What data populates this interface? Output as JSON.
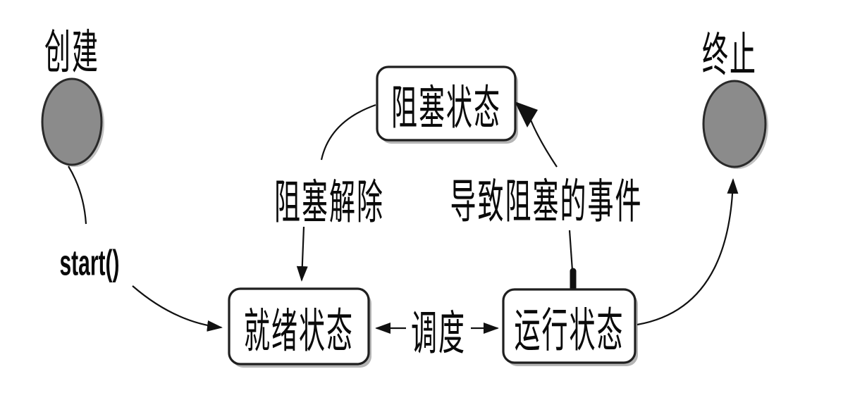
{
  "diagram": {
    "description": "Thread state transition diagram (Chinese)",
    "colors": {
      "background": "#ffffff",
      "node_fill": "#8b8b8b",
      "node_stroke": "#2a2a2a",
      "box_fill": "#ffffff",
      "box_stroke": "#1f1f1f",
      "edge_stroke": "#111111",
      "shadow": "#b5b5b5",
      "text": "#0a0a0a"
    },
    "nodes": {
      "create": {
        "label": "创建",
        "type": "start-circle"
      },
      "terminate": {
        "label": "终止",
        "type": "end-circle"
      },
      "blocked": {
        "label": "阻塞状态",
        "type": "state-box"
      },
      "ready": {
        "label": "就绪状态",
        "type": "state-box"
      },
      "running": {
        "label": "运行状态",
        "type": "state-box"
      }
    },
    "edges": {
      "start_call": {
        "label": "start()",
        "from": "create",
        "to": "ready"
      },
      "unblock": {
        "label": "阻塞解除",
        "from": "blocked",
        "to": "ready"
      },
      "blocking_event": {
        "label": "导致阻塞的事件",
        "from": "running",
        "to": "blocked"
      },
      "schedule": {
        "label": "调度",
        "from": "ready",
        "to": "running",
        "bidirectional": true
      },
      "finish": {
        "label": "",
        "from": "running",
        "to": "terminate"
      }
    }
  }
}
